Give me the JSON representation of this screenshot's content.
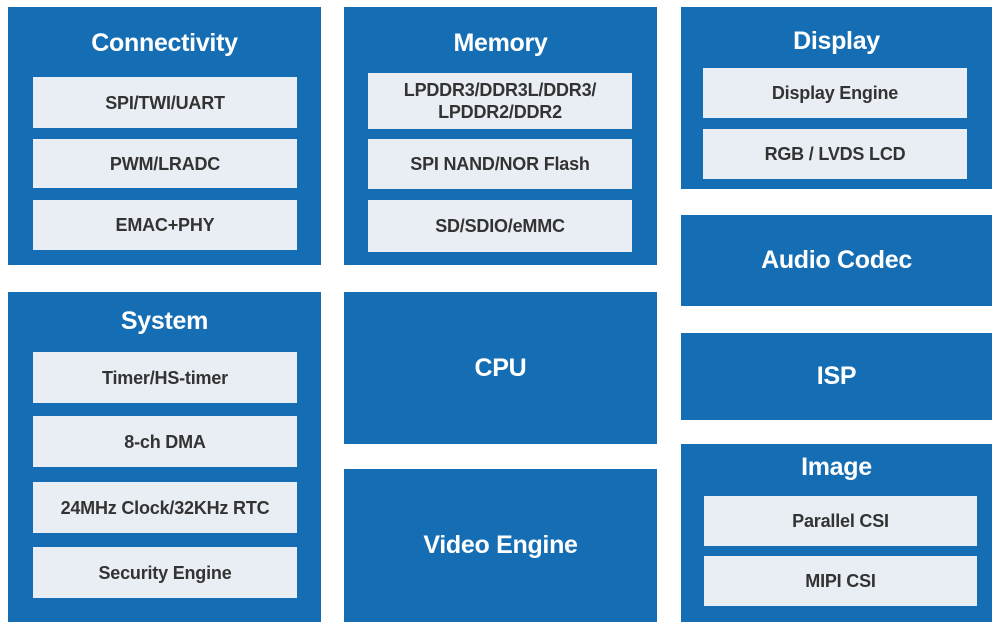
{
  "colors": {
    "block": "#156eb4",
    "item": "#e9eef5",
    "item_text": "#333333",
    "title_text": "#ffffff"
  },
  "blocks": {
    "connectivity": {
      "title": "Connectivity",
      "items": [
        "SPI/TWI/UART",
        "PWM/LRADC",
        "EMAC+PHY"
      ]
    },
    "memory": {
      "title": "Memory",
      "items": [
        "LPDDR3/DDR3L/DDR3/\nLPDDR2/DDR2",
        "SPI NAND/NOR Flash",
        "SD/SDIO/eMMC"
      ]
    },
    "display": {
      "title": "Display",
      "items": [
        "Display Engine",
        "RGB / LVDS  LCD"
      ]
    },
    "audio": {
      "title": "Audio Codec"
    },
    "system": {
      "title": "System",
      "items": [
        "Timer/HS-timer",
        "8-ch DMA",
        "24MHz Clock/32KHz RTC",
        "Security Engine"
      ]
    },
    "cpu": {
      "title": "CPU"
    },
    "isp": {
      "title": "ISP"
    },
    "video": {
      "title": "Video Engine"
    },
    "image": {
      "title": "Image",
      "items": [
        "Parallel CSI",
        "MIPI CSI"
      ]
    }
  }
}
